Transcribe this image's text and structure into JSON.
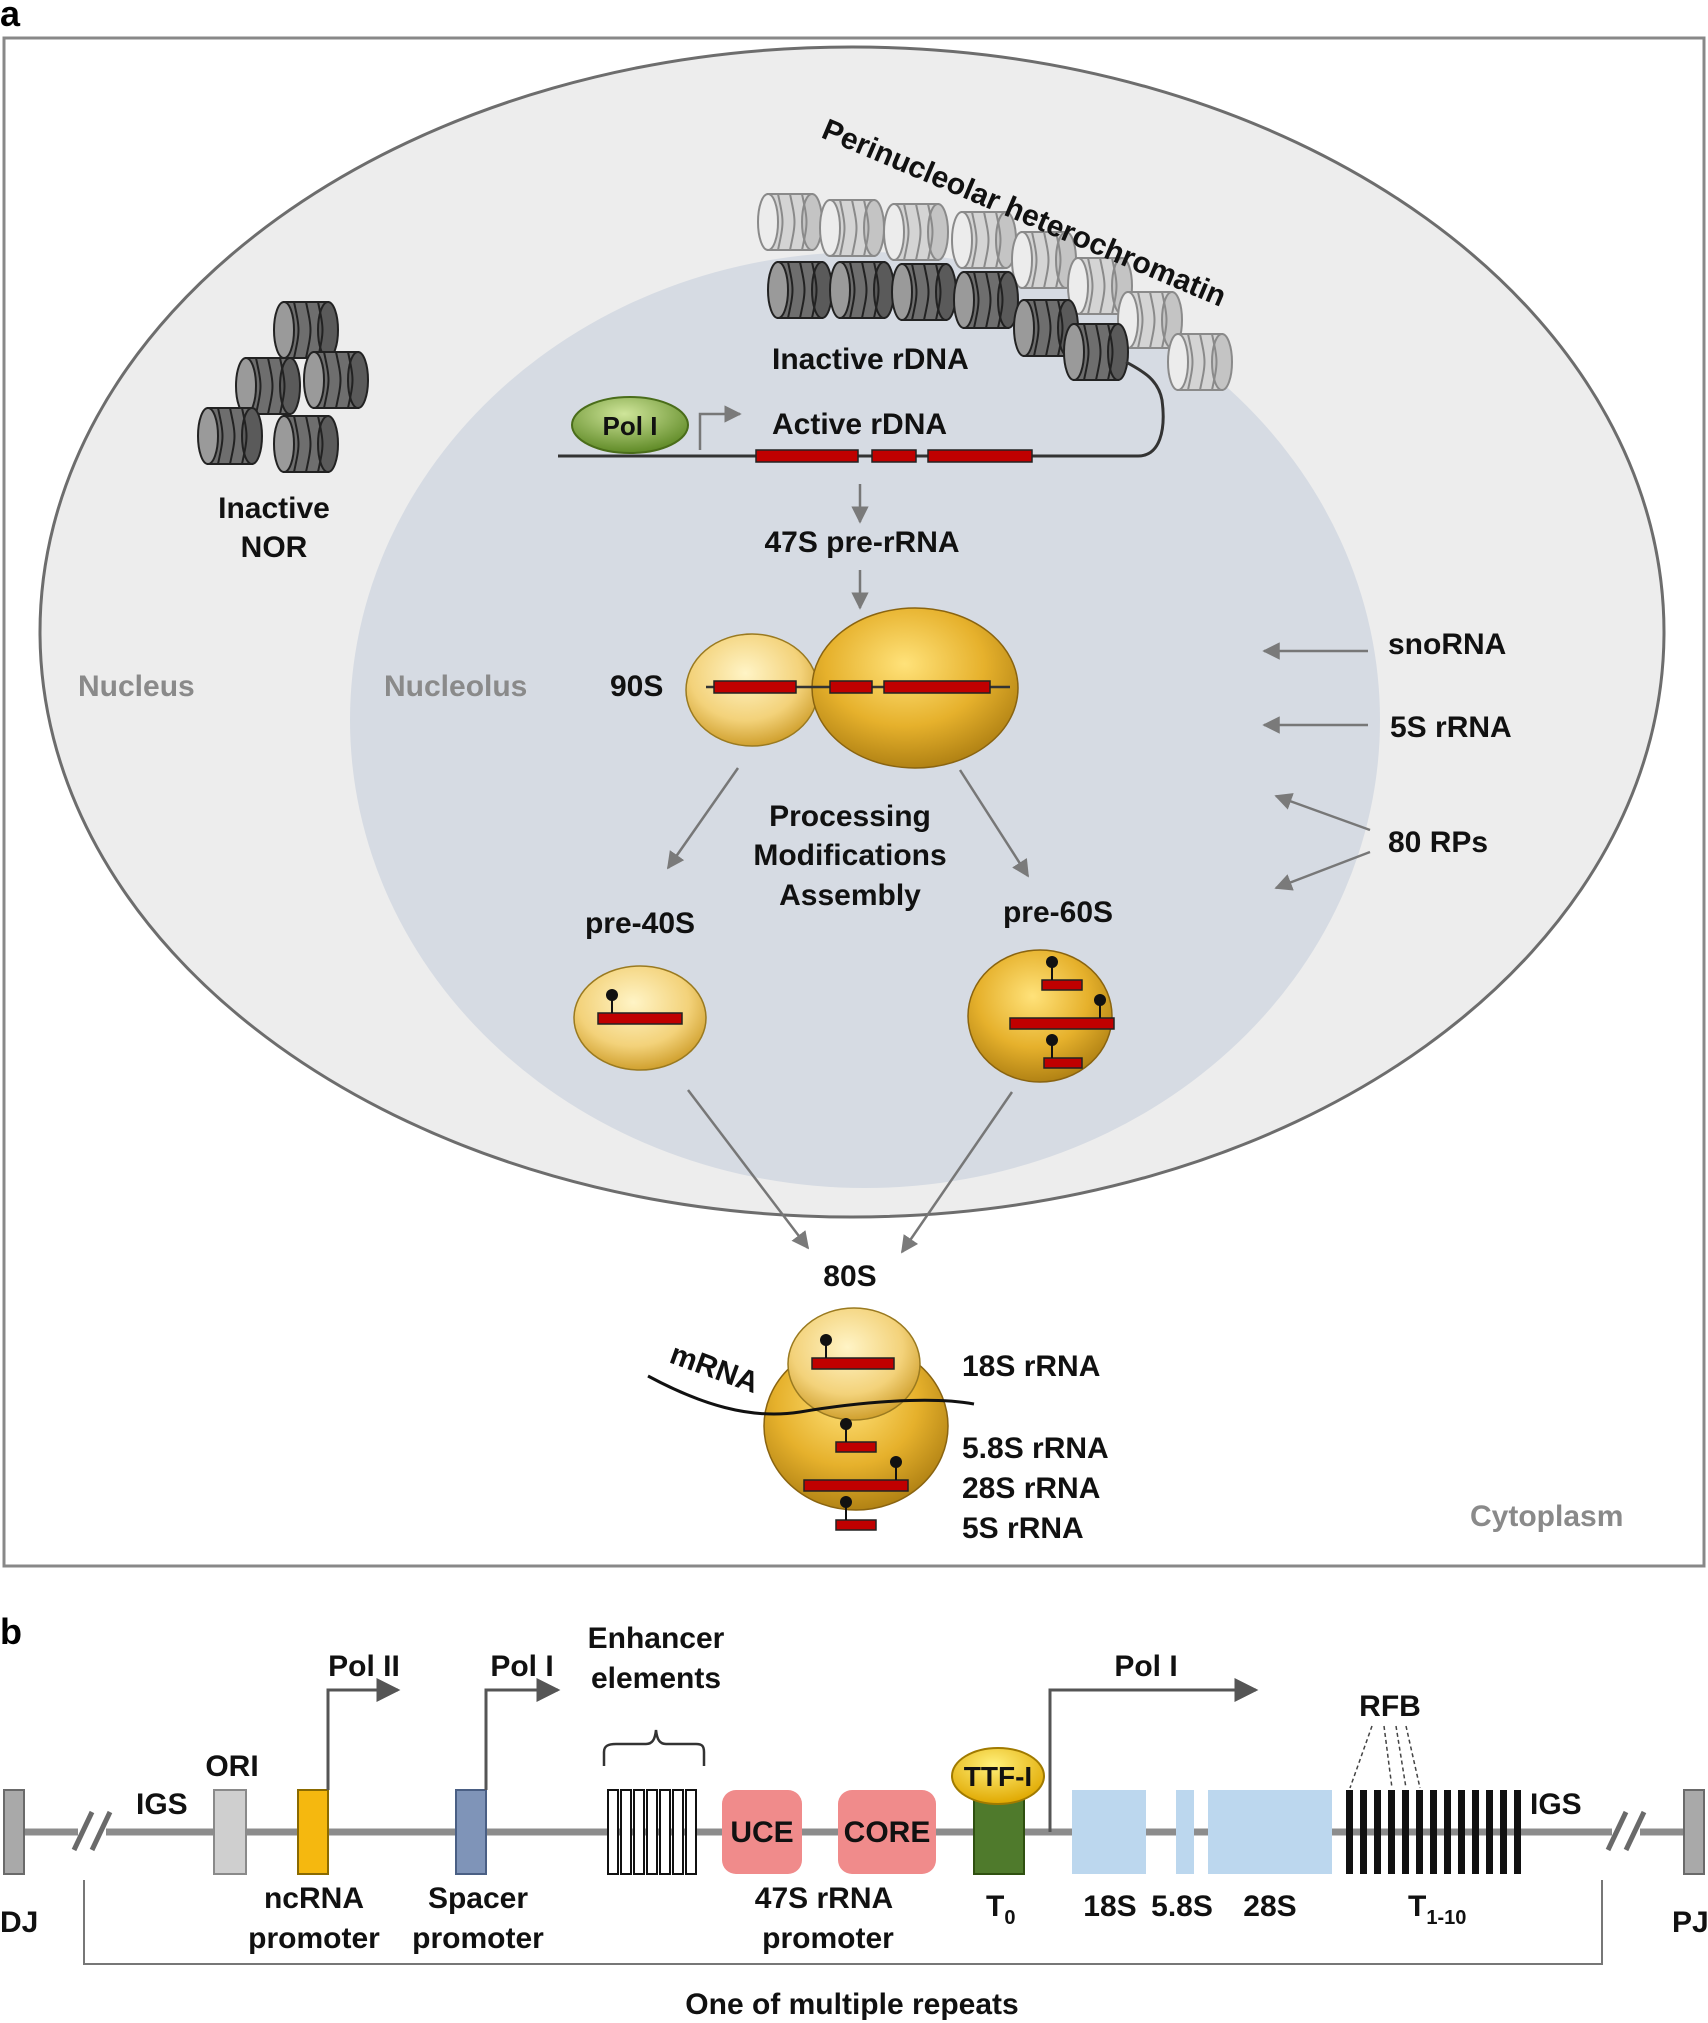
{
  "panel_a": {
    "letter": "a",
    "labels": {
      "perinucleolar": "Perinucleolar heterochromatin",
      "inactive_rdna": "Inactive rDNA",
      "pol1": "Pol I",
      "active_rdna": "Active rDNA",
      "inactive_nor_1": "Inactive",
      "inactive_nor_2": "NOR",
      "pre_rrna_47s": "47S pre-rRNA",
      "nucleus": "Nucleus",
      "nucleolus": "Nucleolus",
      "s90": "90S",
      "processing": "Processing",
      "modifications": "Modifications",
      "assembly": "Assembly",
      "pre40s": "pre-40S",
      "pre60s": "pre-60S",
      "snorna": "snoRNA",
      "rrna_5s": "5S rRNA",
      "rps80": "80 RPs",
      "s80": "80S",
      "mrna": "mRNA",
      "rrna_18s": "18S rRNA",
      "rrna_58s": "5.8S rRNA",
      "rrna_28s": "28S rRNA",
      "rrna_5s_b": "5S rRNA",
      "cytoplasm": "Cytoplasm"
    }
  },
  "panel_b": {
    "letter": "b",
    "labels": {
      "dj": "DJ",
      "pj": "PJ",
      "igs_left": "IGS",
      "igs_right": "IGS",
      "ori": "ORI",
      "pol2": "Pol II",
      "pol1_spacer": "Pol I",
      "pol1_main": "Pol I",
      "enhancer_1": "Enhancer",
      "enhancer_2": "elements",
      "ncrna_1": "ncRNA",
      "ncrna_2": "promoter",
      "spacer_1": "Spacer",
      "spacer_2": "promoter",
      "uce": "UCE",
      "core": "CORE",
      "p47s_1": "47S rRNA",
      "p47s_2": "promoter",
      "ttf": "TTF-I",
      "t0": "T",
      "t0_sub": "0",
      "s18": "18S",
      "s58": "5.8S",
      "s28": "28S",
      "rfb": "RFB",
      "t110": "T",
      "t110_sub": "1-10",
      "repeat": "One of multiple repeats"
    }
  },
  "colors": {
    "rdna_red": "#c00000",
    "nucleolus_fill": "#d6dbe3",
    "nucleus_fill": "#ededed",
    "ribosome_gold": "#e6b12c",
    "pol1_green": "#7aa13a",
    "ncrna_orange": "#f5b80f",
    "spacer_blue": "#7f94b8",
    "uce_pink": "#f08b8b",
    "ttf_green": "#4f7a2c",
    "rrna_lightblue": "#bcd7ee",
    "backbone_grey": "#8c8c8c"
  }
}
